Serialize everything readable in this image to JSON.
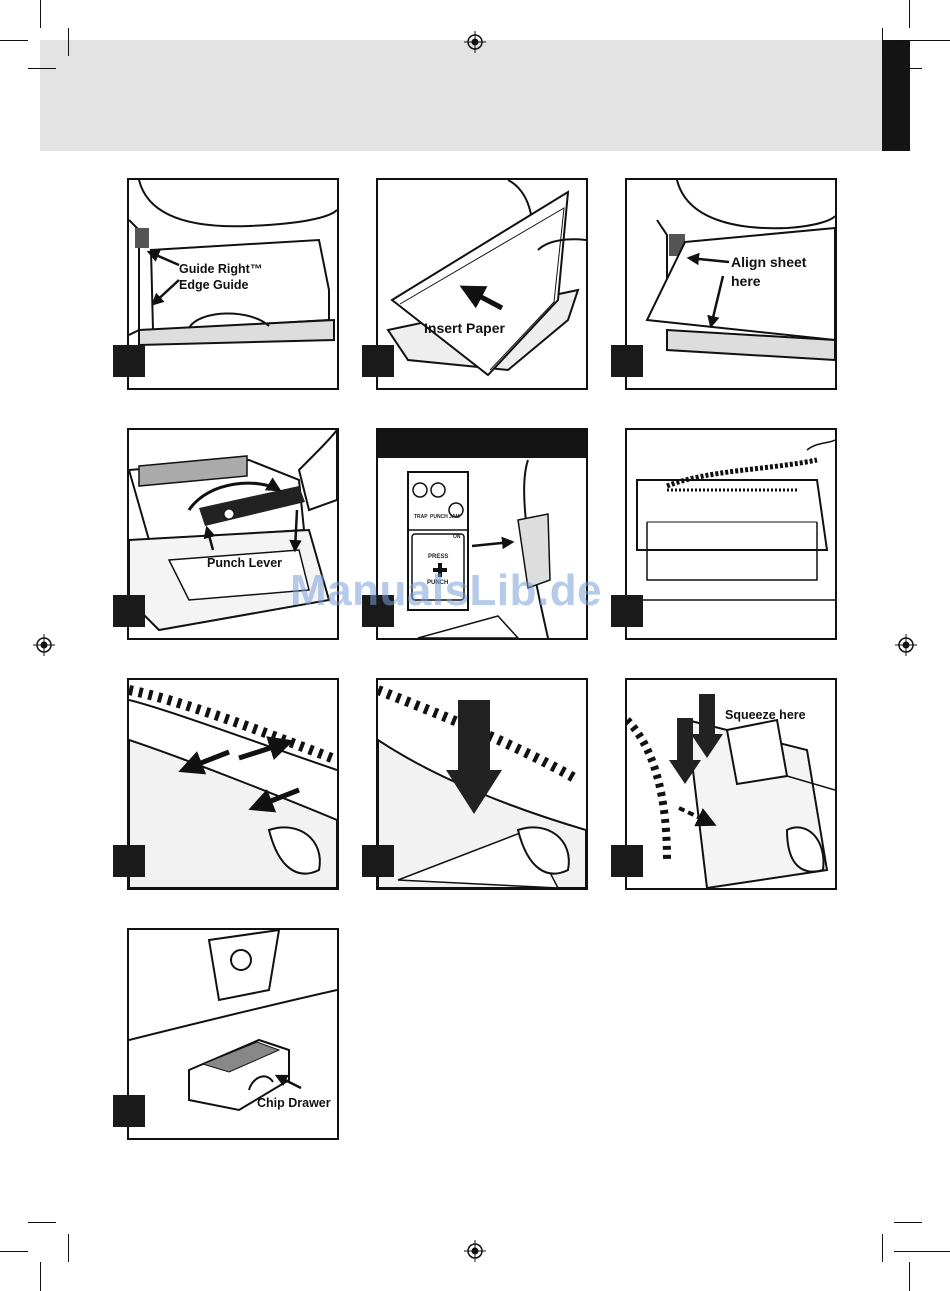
{
  "panels": [
    {
      "id": "p1",
      "callouts": [
        "Guide Right™",
        "Edge Guide"
      ]
    },
    {
      "id": "p2",
      "callouts": [
        "Insert Paper"
      ]
    },
    {
      "id": "p3",
      "callouts": [
        "Align sheet",
        "here"
      ]
    },
    {
      "id": "p4",
      "callouts": [
        "Punch Lever"
      ]
    },
    {
      "id": "p5",
      "callouts": [],
      "control_labels": {
        "press": "PRESS",
        "punch": "PUNCH",
        "trap": "TRAP",
        "punch_jam": "PUNCH JAM",
        "on": "ON"
      }
    },
    {
      "id": "p6",
      "callouts": []
    },
    {
      "id": "p7",
      "callouts": []
    },
    {
      "id": "p8",
      "callouts": []
    },
    {
      "id": "p9",
      "callouts": [
        "Squeeze here"
      ]
    },
    {
      "id": "p10",
      "callouts": [
        "Chip Drawer"
      ]
    }
  ],
  "watermark": "ManualsLib.de"
}
